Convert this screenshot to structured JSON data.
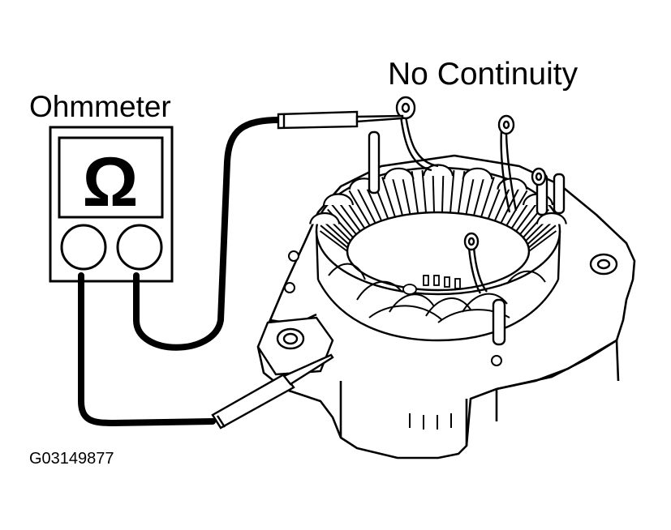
{
  "meter": {
    "label": "Ohmmeter",
    "symbol": "Ω"
  },
  "result": {
    "label": "No Continuity"
  },
  "figure": {
    "id": "G03149877"
  }
}
